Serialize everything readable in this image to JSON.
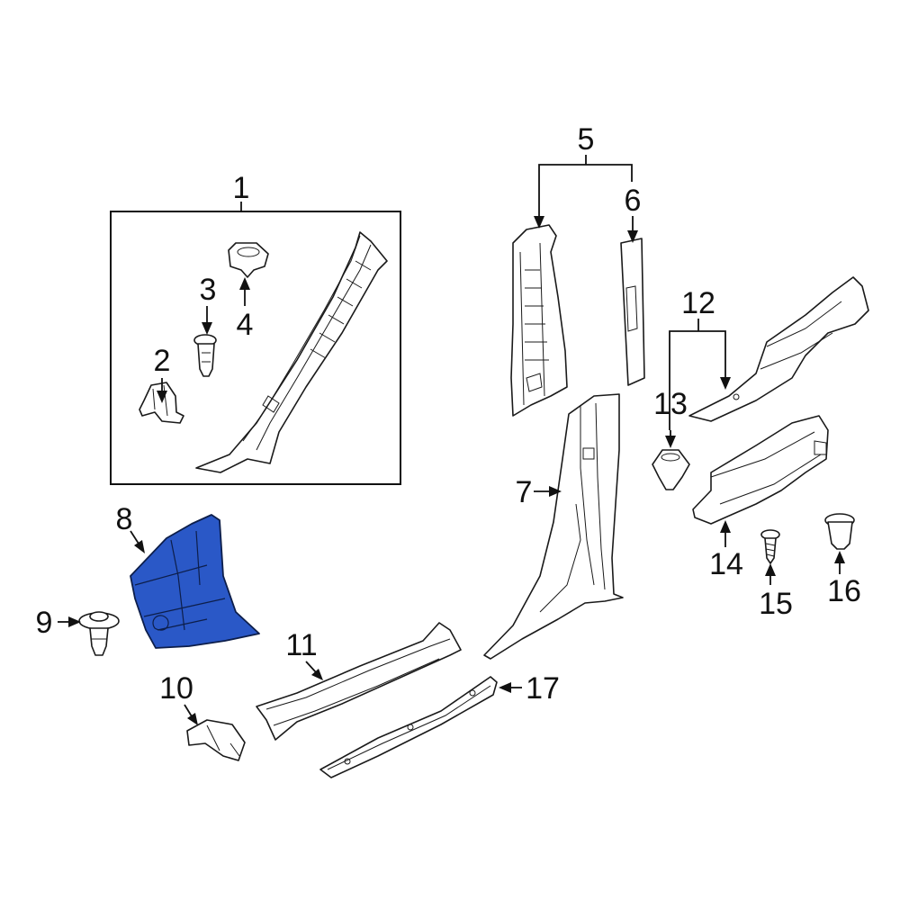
{
  "diagram": {
    "highlight_color": "#2a58c7",
    "callouts": {
      "c1": "1",
      "c2": "2",
      "c3": "3",
      "c4": "4",
      "c5": "5",
      "c6": "6",
      "c7": "7",
      "c8": "8",
      "c9": "9",
      "c10": "10",
      "c11": "11",
      "c12": "12",
      "c13": "13",
      "c14": "14",
      "c15": "15",
      "c16": "16",
      "c17": "17"
    }
  }
}
